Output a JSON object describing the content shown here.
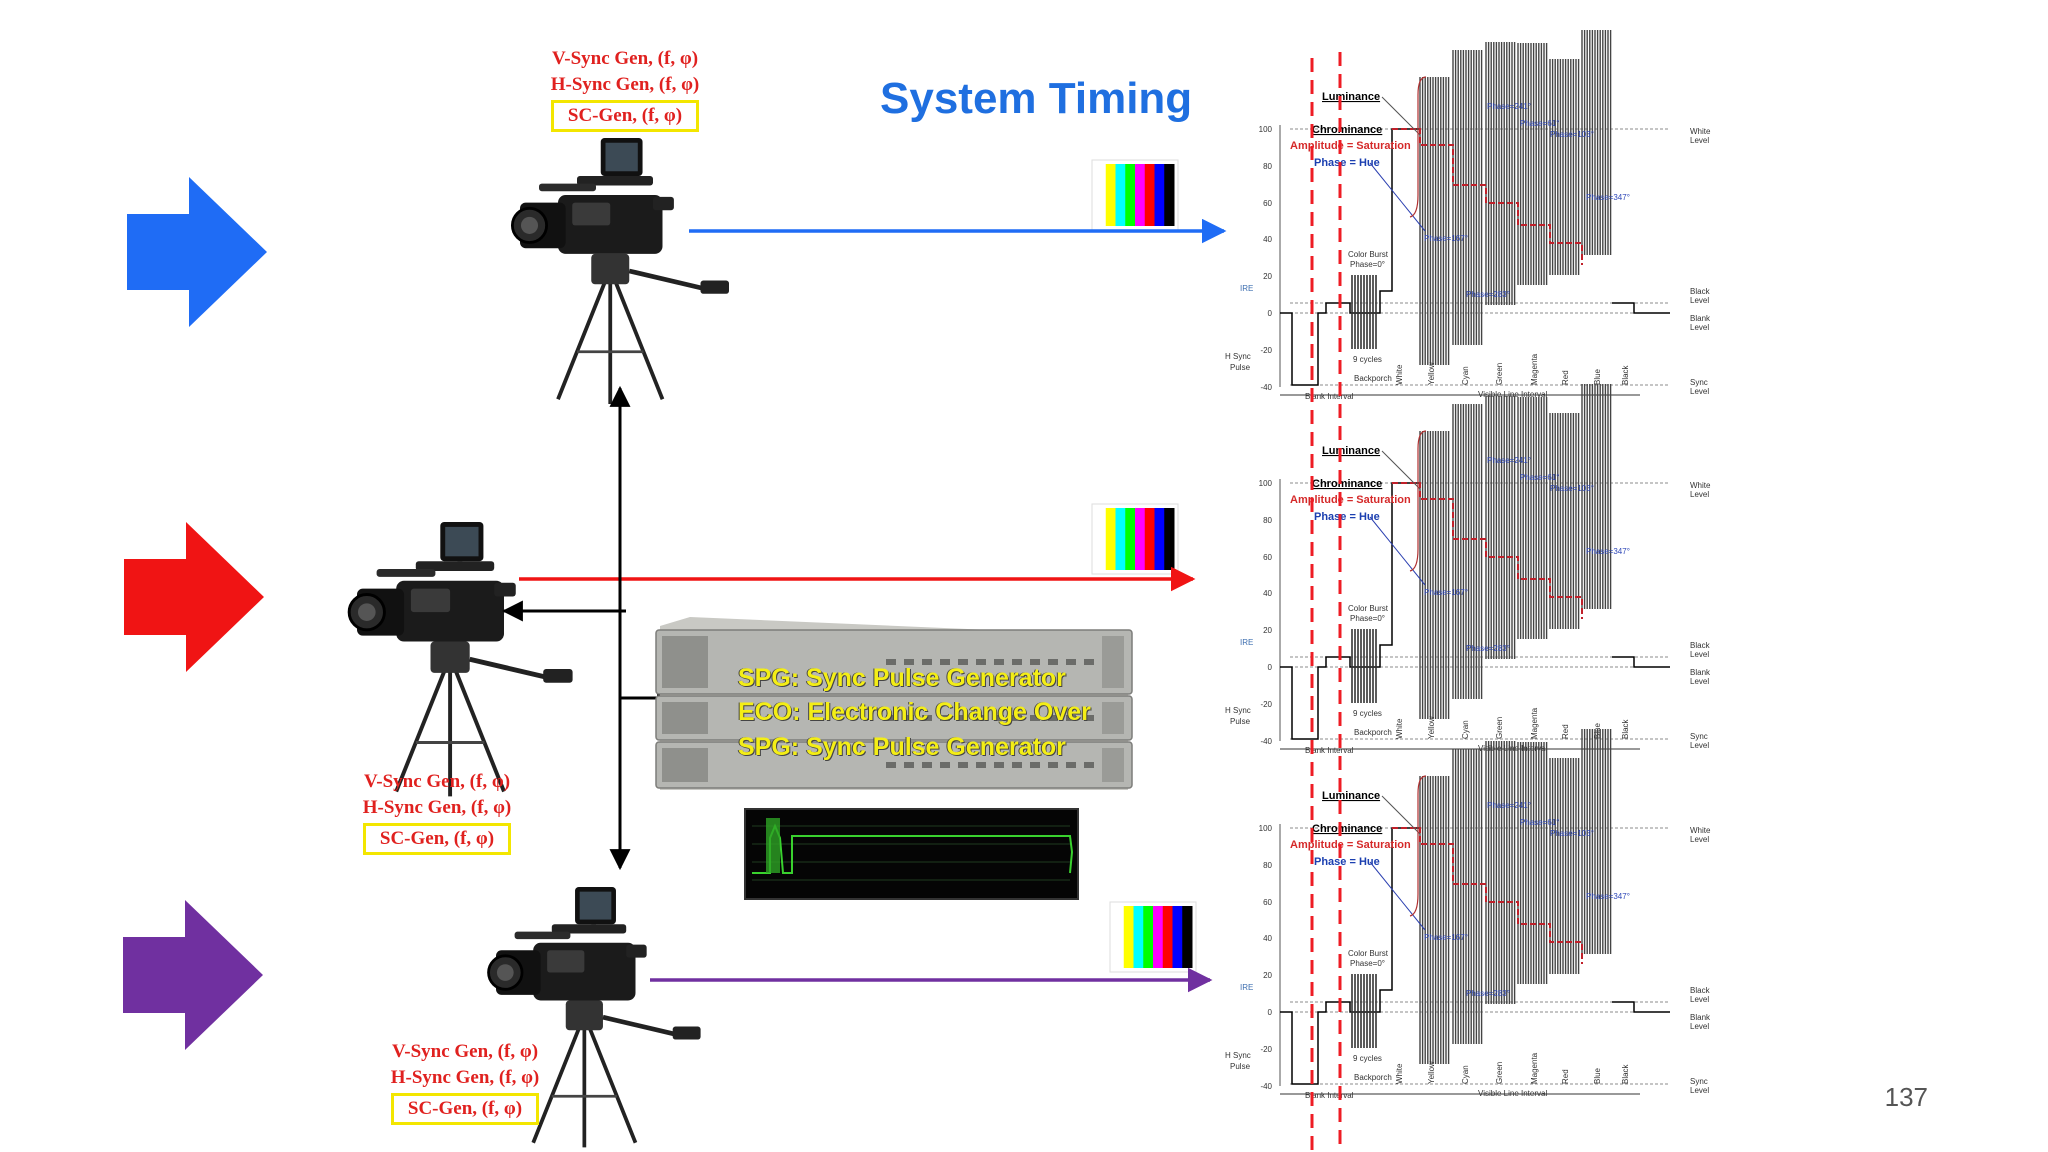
{
  "slide": {
    "title": "System Timing",
    "page_number": "137"
  },
  "colors": {
    "blue": "#1f6cf5",
    "red": "#f01414",
    "purple": "#7030a0",
    "gen_text": "#e0211f",
    "box_border": "#f3e600",
    "rack_text": "#f4ee16"
  },
  "cameras": [
    {
      "gen": {
        "v": "V-Sync Gen, (f, φ)",
        "h": "H-Sync Gen, (f, φ)",
        "sc": "SC-Gen, (f, φ)"
      }
    },
    {
      "gen": {
        "v": "V-Sync Gen, (f, φ)",
        "h": "H-Sync Gen, (f, φ)",
        "sc": "SC-Gen, (f, φ)"
      }
    },
    {
      "gen": {
        "v": "V-Sync Gen, (f, φ)",
        "h": "H-Sync Gen, (f, φ)",
        "sc": "SC-Gen, (f, φ)"
      }
    }
  ],
  "rack": {
    "labels": [
      "SPG: Sync Pulse Generator",
      "ECO: Electronic Change Over",
      "SPG: Sync Pulse Generator"
    ]
  },
  "colorbars": [
    "#ffffff",
    "#ffff00",
    "#00ffff",
    "#00ff00",
    "#ff00ff",
    "#ff0000",
    "#0000ff",
    "#000000"
  ],
  "waveform": {
    "y_ticks": [
      "100",
      "80",
      "60",
      "40",
      "20",
      "0",
      "-20",
      "-40"
    ],
    "ire_label": "IRE",
    "hsync_label": [
      "H Sync",
      "Pulse"
    ],
    "luminance": "Luminance",
    "chrominance": "Chrominance",
    "amplitude": "Amplitude = Saturation",
    "phase_hue": "Phase = Hue",
    "color_burst": [
      "Color Burst",
      "Phase=0°"
    ],
    "cycles": "9 cycles",
    "backporch": "Backporch",
    "blank_interval": "Blank Interval",
    "visible_interval": "Visible Line Interval",
    "bar_names": [
      "White",
      "Yellow",
      "Cyan",
      "Green",
      "Magenta",
      "Red",
      "Blue",
      "Black"
    ],
    "phases": [
      "Phase=241°",
      "Phase=61°",
      "Phase=103°",
      "Phase=347°",
      "Phase=167°",
      "Phase=283°"
    ],
    "right_levels": [
      [
        "White",
        "Level"
      ],
      [
        "Black",
        "Level"
      ],
      [
        "Blank",
        "Level"
      ],
      [
        "Sync",
        "Level"
      ]
    ]
  }
}
